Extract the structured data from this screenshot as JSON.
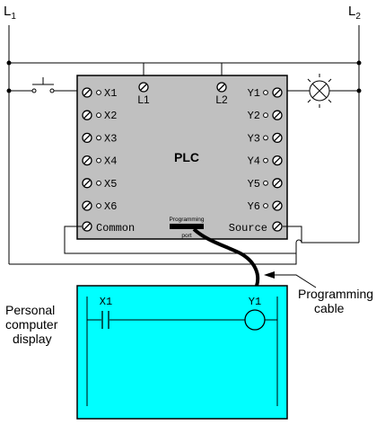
{
  "rails": {
    "left": "L",
    "left_sub": "1",
    "right": "L",
    "right_sub": "2"
  },
  "plc": {
    "title": "PLC",
    "power_terminals": [
      "L1",
      "L2"
    ],
    "inputs": [
      "X1",
      "X2",
      "X3",
      "X4",
      "X5",
      "X6"
    ],
    "outputs": [
      "Y1",
      "Y2",
      "Y3",
      "Y4",
      "Y5",
      "Y6"
    ],
    "common_label": "Common",
    "source_label": "Source",
    "port_label_line1": "Programming",
    "port_label_line2": "port"
  },
  "cable_label": {
    "line1": "Programming",
    "line2": "cable"
  },
  "pc_label": {
    "line1": "Personal",
    "line2": "computer",
    "line3": "display"
  },
  "screen": {
    "contact_label": "X1",
    "coil_label": "Y1"
  },
  "colors": {
    "plc_body": "#c0c0c0",
    "screen": "#00ffff",
    "line": "#000000"
  }
}
